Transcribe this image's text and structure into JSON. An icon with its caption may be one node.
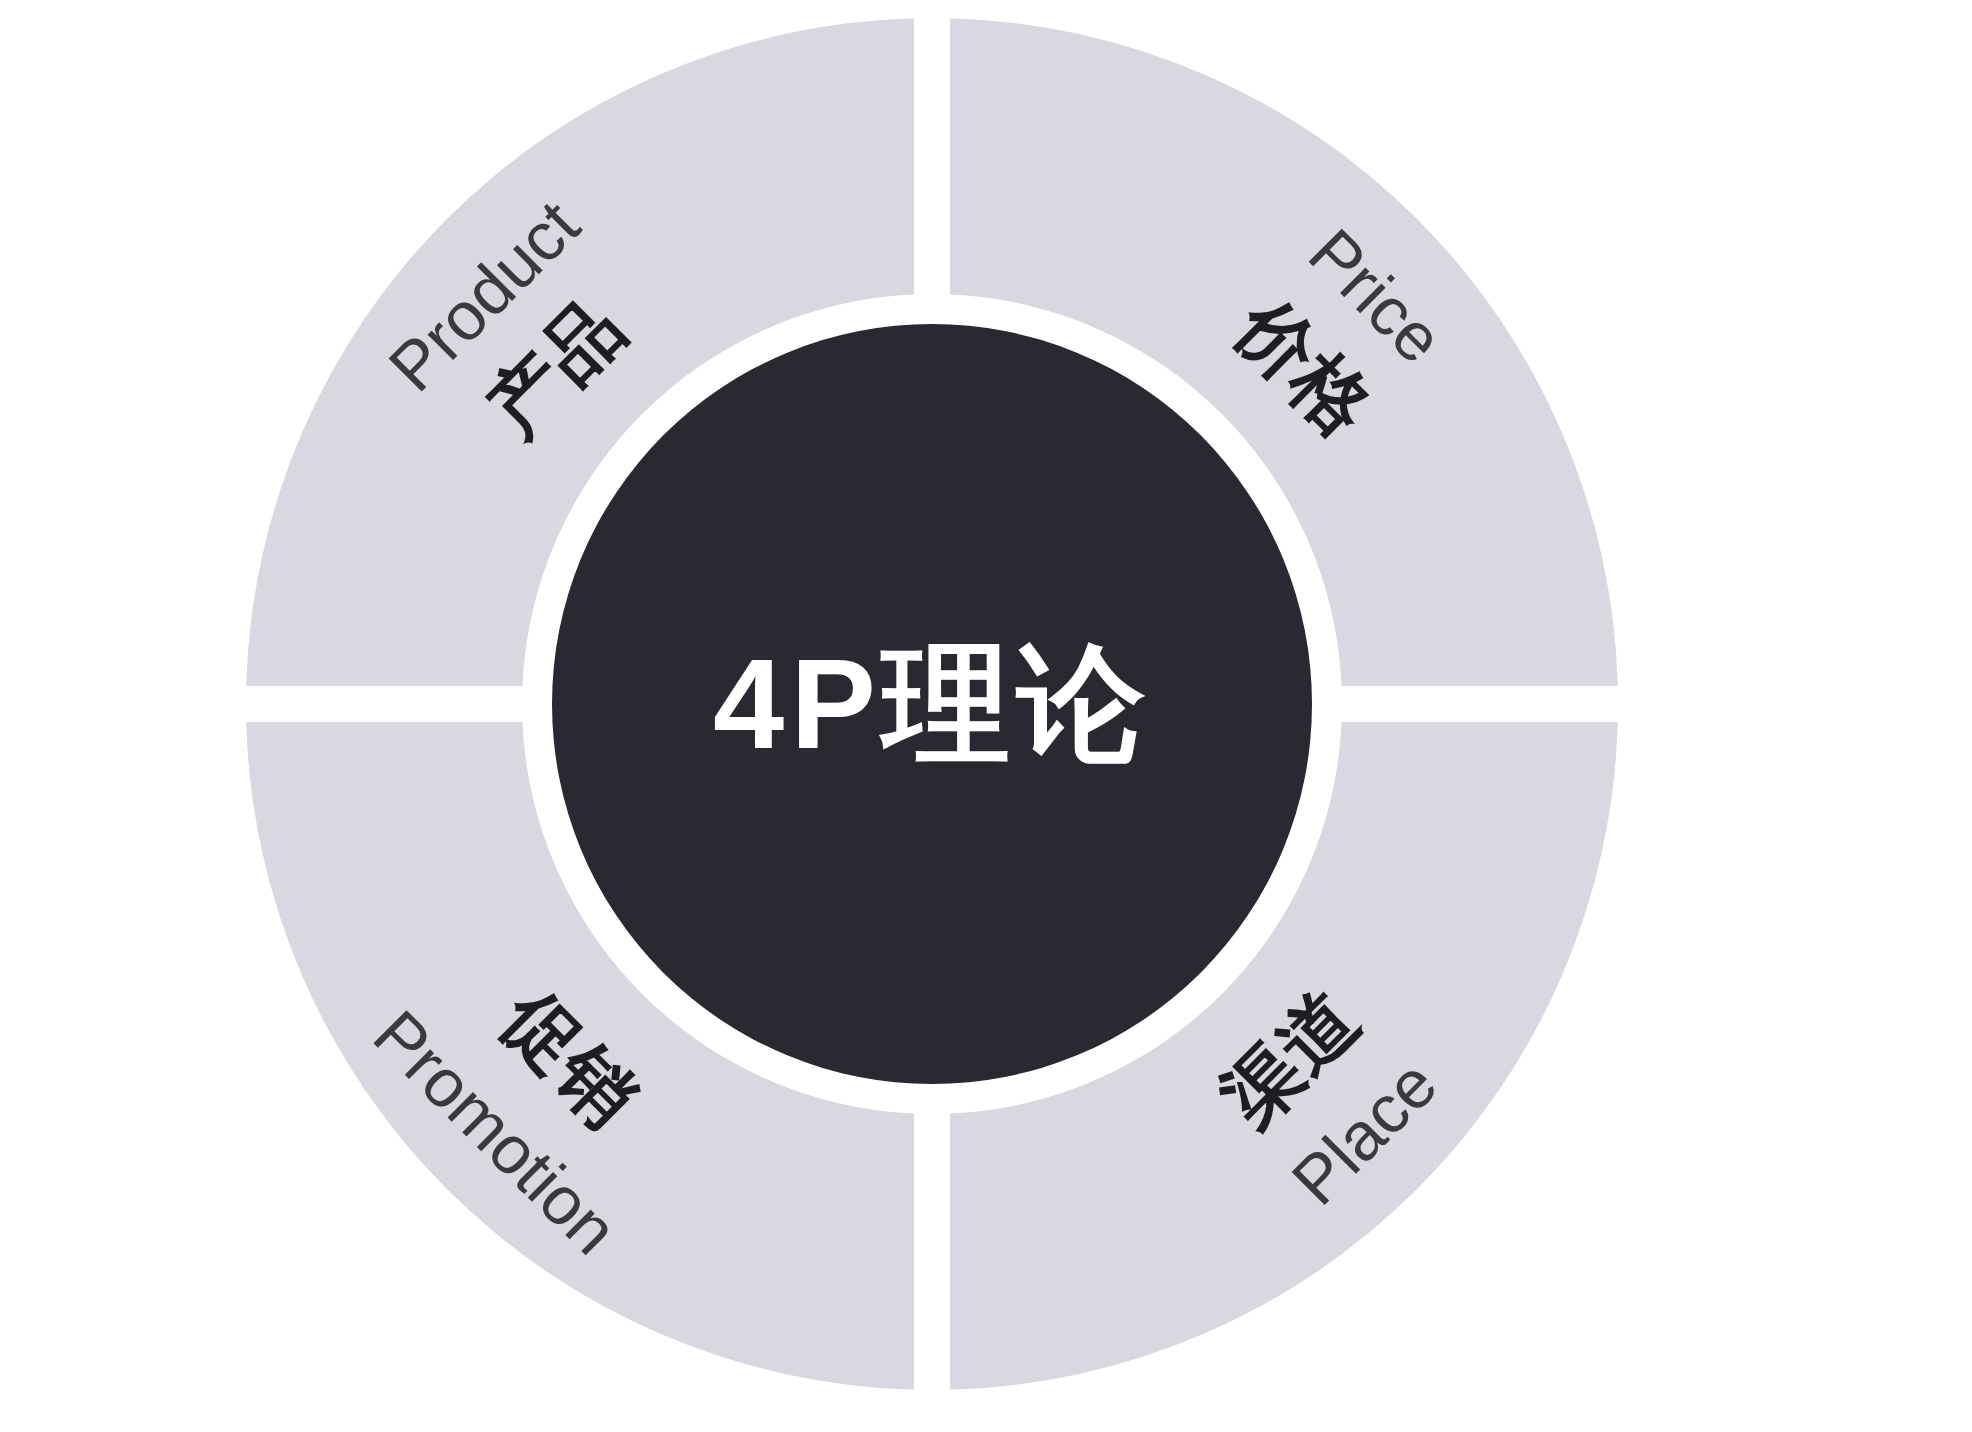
{
  "diagram": {
    "nodes": [
      {
        "text": [
          "Product",
          "产品"
        ]
      },
      {
        "text": [
          "Price",
          "价格"
        ]
      },
      {
        "text": [
          "促销",
          "Promotion"
        ]
      },
      {
        "text": [
          "渠道",
          "Place"
        ]
      },
      {
        "text": [
          "4P理论"
        ]
      }
    ]
  }
}
